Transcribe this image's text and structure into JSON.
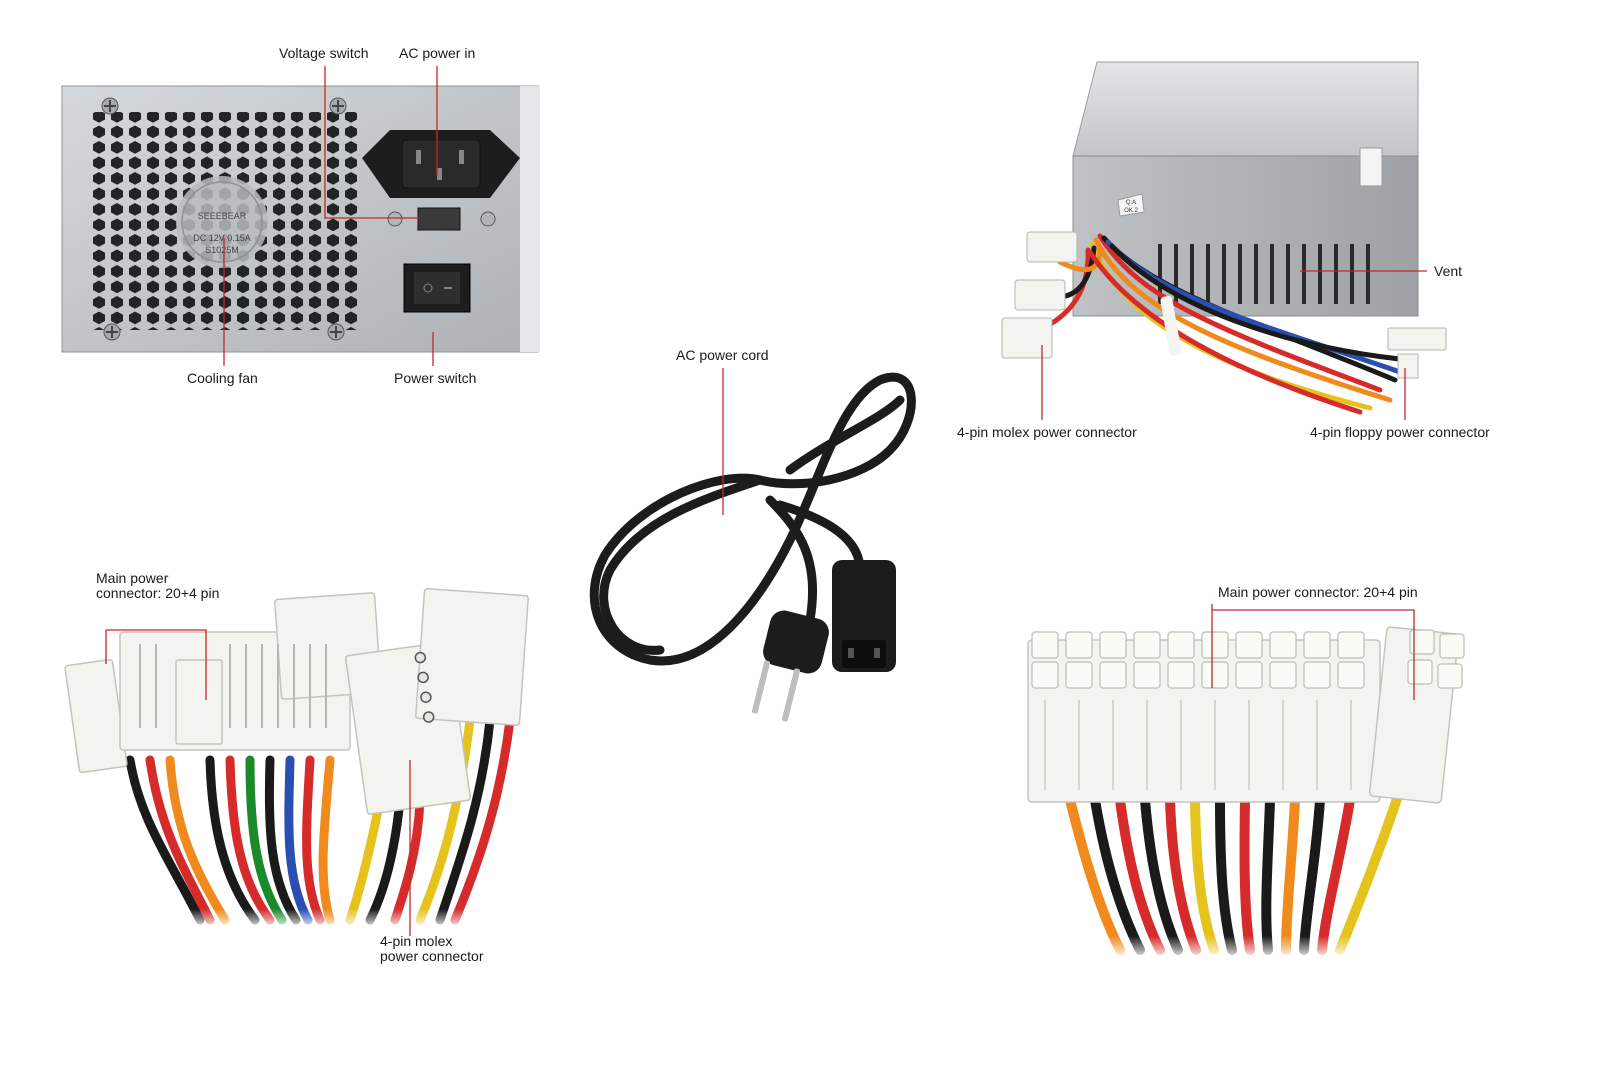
{
  "labels": {
    "voltage_switch": "Voltage switch",
    "ac_power_in": "AC power in",
    "cooling_fan": "Cooling fan",
    "power_switch": "Power switch",
    "ac_power_cord": "AC power cord",
    "vent": "Vent",
    "molex_top": "4-pin molex power connector",
    "floppy": "4-pin floppy power connector",
    "main_power_left": "Main power\nconnector: 20+4 pin",
    "molex_bottom": "4-pin molex\npower connector",
    "main_power_right": "Main power connector: 20+4 pin"
  },
  "fan_label": [
    "SEEEBEAR",
    "DC 12V 0.15A",
    "S1025M"
  ],
  "qa_sticker": [
    "Q.A",
    "OK.2"
  ],
  "colors": {
    "leader_line": "#c0282d",
    "chassis": "#c9ccce",
    "cord": "#1c1c1c",
    "connector": "#f2f2ee"
  }
}
